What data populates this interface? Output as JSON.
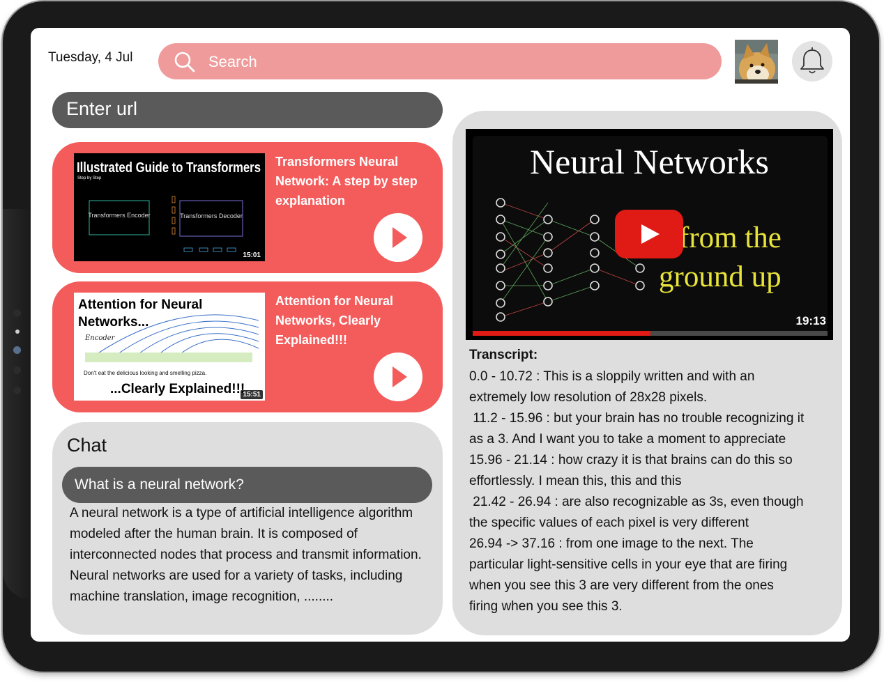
{
  "header": {
    "date": "Tuesday, 4 Jul",
    "search_placeholder": "Search"
  },
  "url_bar": {
    "placeholder": "Enter url"
  },
  "videos": [
    {
      "title": "Transformers Neural Network: A step by step explanation",
      "thumbnail_heading": "Illustrated Guide to Transformers",
      "thumbnail_sub": "Step by Step",
      "thumbnail_encoder": "Transformers Encoder",
      "thumbnail_decoder": "Transformers Decoder",
      "duration": "15:01"
    },
    {
      "title": "Attention for Neural Networks, Clearly Explained!!!",
      "thumbnail_heading": "Attention for Neural Networks...",
      "thumbnail_encoder_label": "Encoder",
      "thumbnail_words": "Don't  eat  the delicious looking and smelling pizza.",
      "thumbnail_footer": "...Clearly Explained!!!",
      "duration": "15:51"
    }
  ],
  "chat": {
    "title": "Chat",
    "question": "What is a neural network?",
    "answer": "A neural network is a type of artificial intelligence algorithm modeled after the human brain. It is composed of interconnected nodes that process and transmit information. Neural networks are used for a variety of tasks, including machine translation, image recognition, ........"
  },
  "player": {
    "title_line1": "Neural Networks",
    "title_line2": "from the",
    "title_line3": "ground up",
    "duration": "19:13",
    "progress": 0.5
  },
  "transcript": {
    "title": "Transcript:",
    "lines": [
      "0.0 - 10.72 : This is a sloppily written and with an",
      "extremely low resolution of 28x28 pixels.",
      " 11.2 - 15.96 : but your brain has no trouble recognizing it",
      "as a 3. And I want you to take a moment to appreciate",
      "15.96 - 21.14 : how crazy it is that brains can do this so",
      "effortlessly. I mean this, this and this",
      " 21.42 - 26.94 : are also recognizable as 3s, even though",
      "the specific values of each pixel is very different",
      "26.94 -> 37.16 : from one image to the next. The",
      "particular light-sensitive cells in your eye that are firing",
      "when you see this 3 are very different from the ones",
      "firing when you see this 3."
    ]
  },
  "colors": {
    "accent_red": "#f45b5b",
    "search_pink": "#f09b9b",
    "dark_pill": "#5a5a5a",
    "panel_gray": "#dedede"
  }
}
